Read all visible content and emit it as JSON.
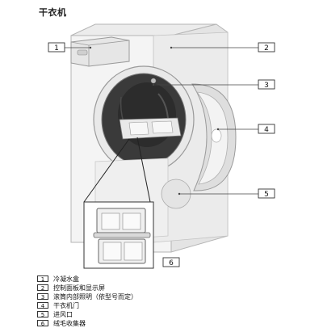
{
  "title": "干衣机",
  "callouts": [
    {
      "num": "1"
    },
    {
      "num": "2"
    },
    {
      "num": "3"
    },
    {
      "num": "4"
    },
    {
      "num": "5"
    },
    {
      "num": "6"
    }
  ],
  "legend": [
    {
      "num": "1",
      "label": "冷凝水盒"
    },
    {
      "num": "2",
      "label": "控制面板和显示屏"
    },
    {
      "num": "3",
      "label": "滚筒内部照明（依型号而定）"
    },
    {
      "num": "4",
      "label": "干衣机门"
    },
    {
      "num": "5",
      "label": "进风口"
    },
    {
      "num": "6",
      "label": "绒毛收集器"
    }
  ]
}
